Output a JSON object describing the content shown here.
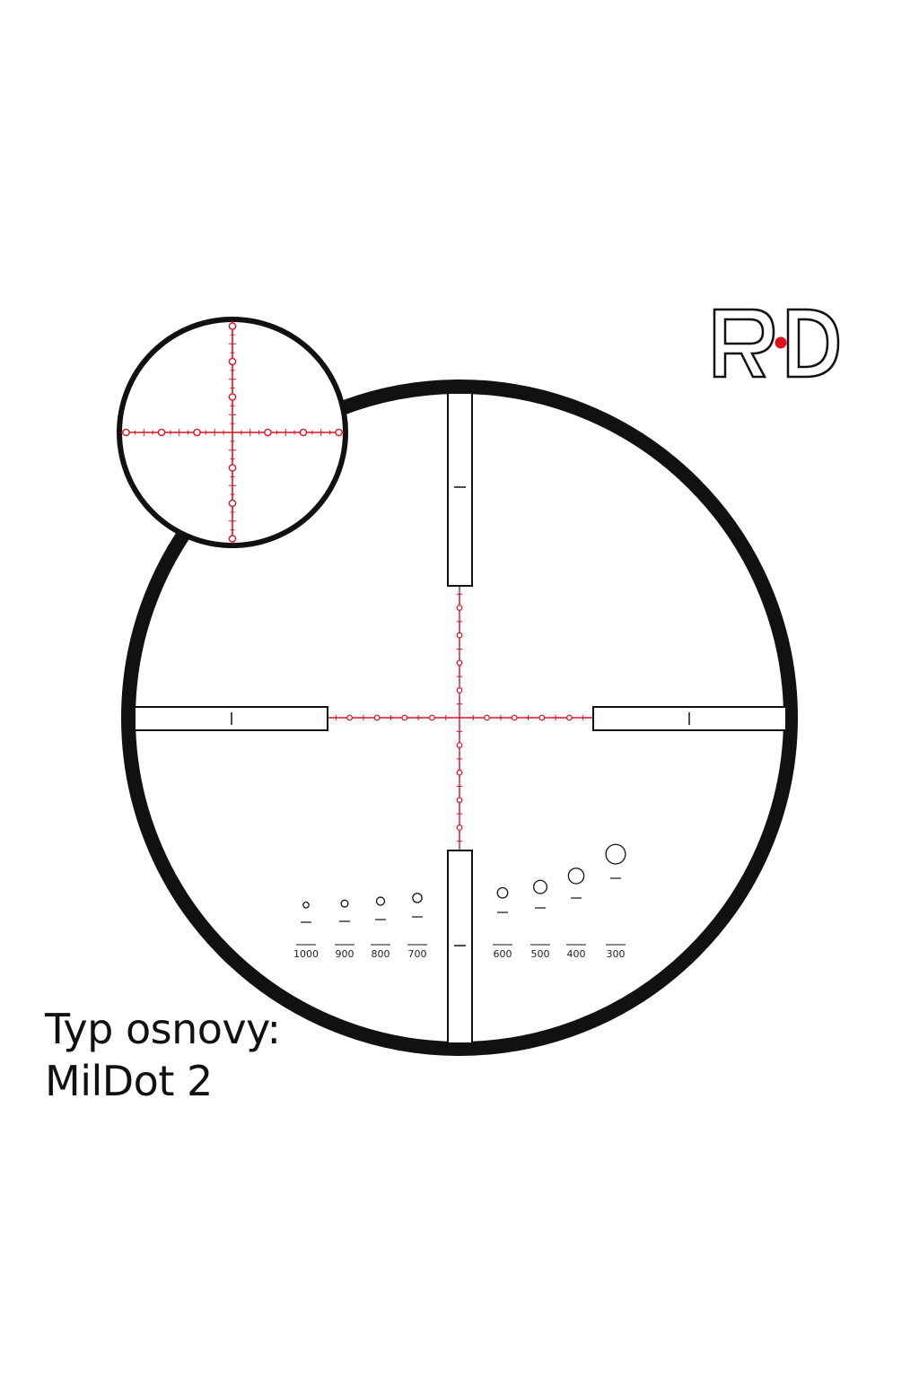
{
  "logo": {
    "text": "R·D",
    "accent_color": "#e0101e",
    "stroke_color": "#111111"
  },
  "caption": {
    "line1": "Typ osnovy:",
    "line2": "MilDot 2"
  },
  "reticle": {
    "type": "MilDot 2",
    "reticle_color": "#e0101e",
    "frame_color": "#111111",
    "range_marks": [
      {
        "label": "1000",
        "relative_size": 1
      },
      {
        "label": "900",
        "relative_size": 1.2
      },
      {
        "label": "800",
        "relative_size": 1.4
      },
      {
        "label": "700",
        "relative_size": 1.6
      },
      {
        "label": "600",
        "relative_size": 1.8
      },
      {
        "label": "500",
        "relative_size": 2.3
      },
      {
        "label": "400",
        "relative_size": 2.7
      },
      {
        "label": "300",
        "relative_size": 3.4
      }
    ]
  }
}
